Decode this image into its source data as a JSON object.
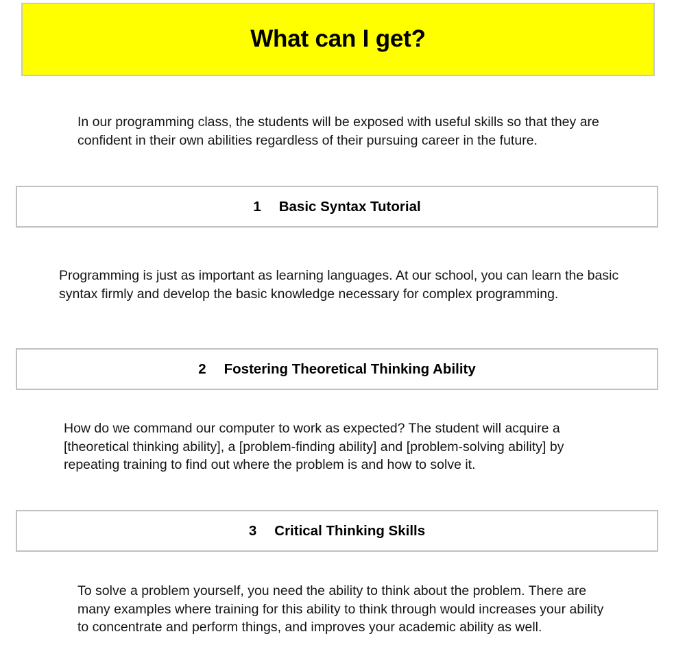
{
  "slide": {
    "title": "What can I get?",
    "title_background_color": "#ffff00",
    "title_text_color": "#000000",
    "border_color": "#c0c0c0",
    "background_color": "#ffffff"
  },
  "intro": {
    "text": "In our programming class, the students will be exposed with useful skills so that they are confident in their own abilities regardless of their pursuing career in the future."
  },
  "sections": [
    {
      "number": "1",
      "title": "Basic Syntax Tutorial",
      "body": "Programming is just as important as learning languages. At our school, you can learn the basic syntax firmly and develop the basic knowledge necessary for complex programming."
    },
    {
      "number": "2",
      "title": "Fostering Theoretical Thinking Ability",
      "body": "How do we command our computer to work as expected? The student will acquire a [theoretical thinking ability], a [problem-finding ability] and [problem-solving ability] by repeating training to find out where the problem is and how to solve it."
    },
    {
      "number": "3",
      "title": "Critical Thinking Skills",
      "body": "To solve a problem yourself, you need the ability to think about the problem. There are many examples where training for this ability to think through would increases your ability to concentrate and perform things, and improves your academic ability as well."
    }
  ]
}
